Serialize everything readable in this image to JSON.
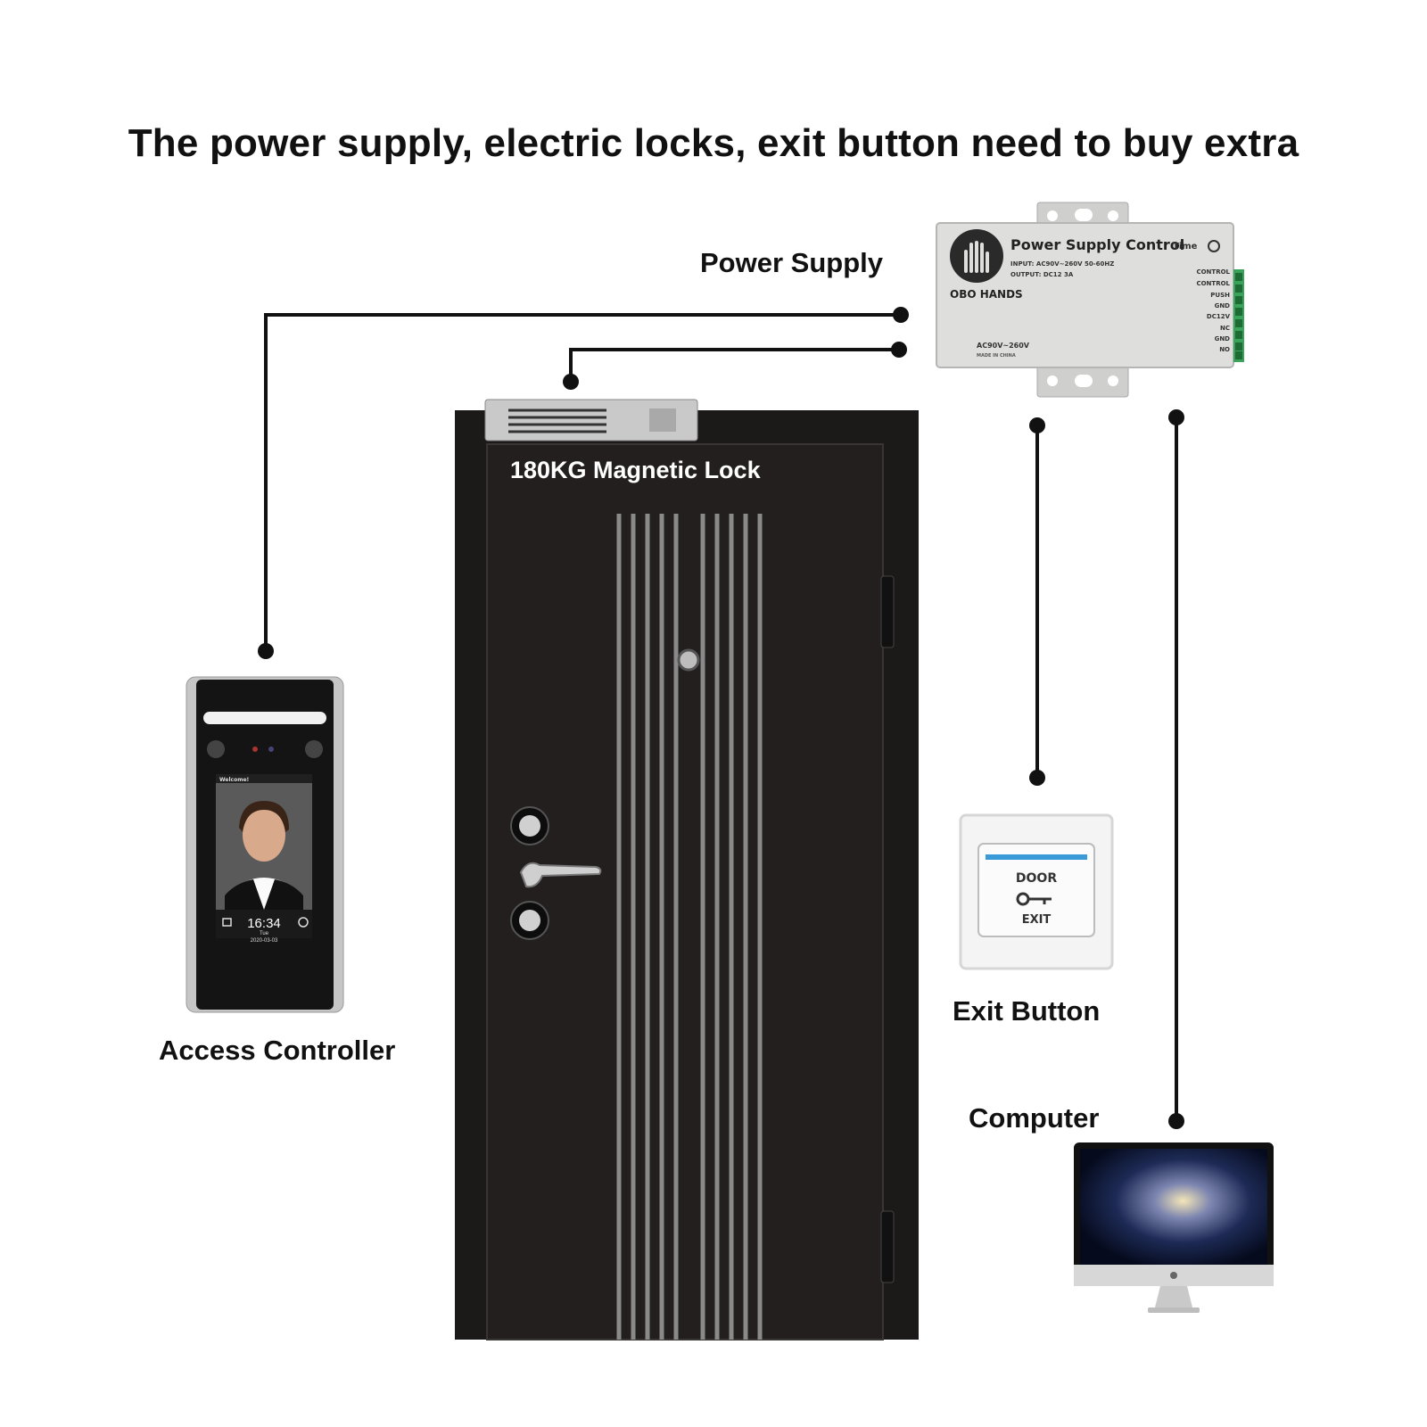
{
  "title": "The power supply, electric locks, exit button need to buy extra",
  "labels": {
    "power_supply": "Power Supply",
    "magnetic_lock": "180KG Magnetic Lock",
    "access_controller": "Access Controller",
    "exit_button": "Exit Button",
    "computer": "Computer"
  },
  "power_unit": {
    "brand": "OBO HANDS",
    "name": "Power Supply Control",
    "input": "INPUT: AC90V~260V 50-60HZ",
    "output": "OUTPUT: DC12 3A",
    "time": "Time",
    "rating": "AC90V~260V",
    "made_in": "MADE IN CHINA",
    "terminals": [
      "CONTROL",
      "CONTROL",
      "PUSH",
      "GND",
      "DC12V",
      "NC",
      "GND",
      "NO"
    ]
  },
  "controller_screen": {
    "welcome": "Welcome!",
    "time": "16:34",
    "day": "Tue",
    "date": "2020-03-03"
  },
  "exit_plate": {
    "top": "DOOR",
    "bottom": "EXIT"
  },
  "colors": {
    "wire": "#111111",
    "door": "#1d1a1a",
    "power_unit": "#d9dad8"
  }
}
